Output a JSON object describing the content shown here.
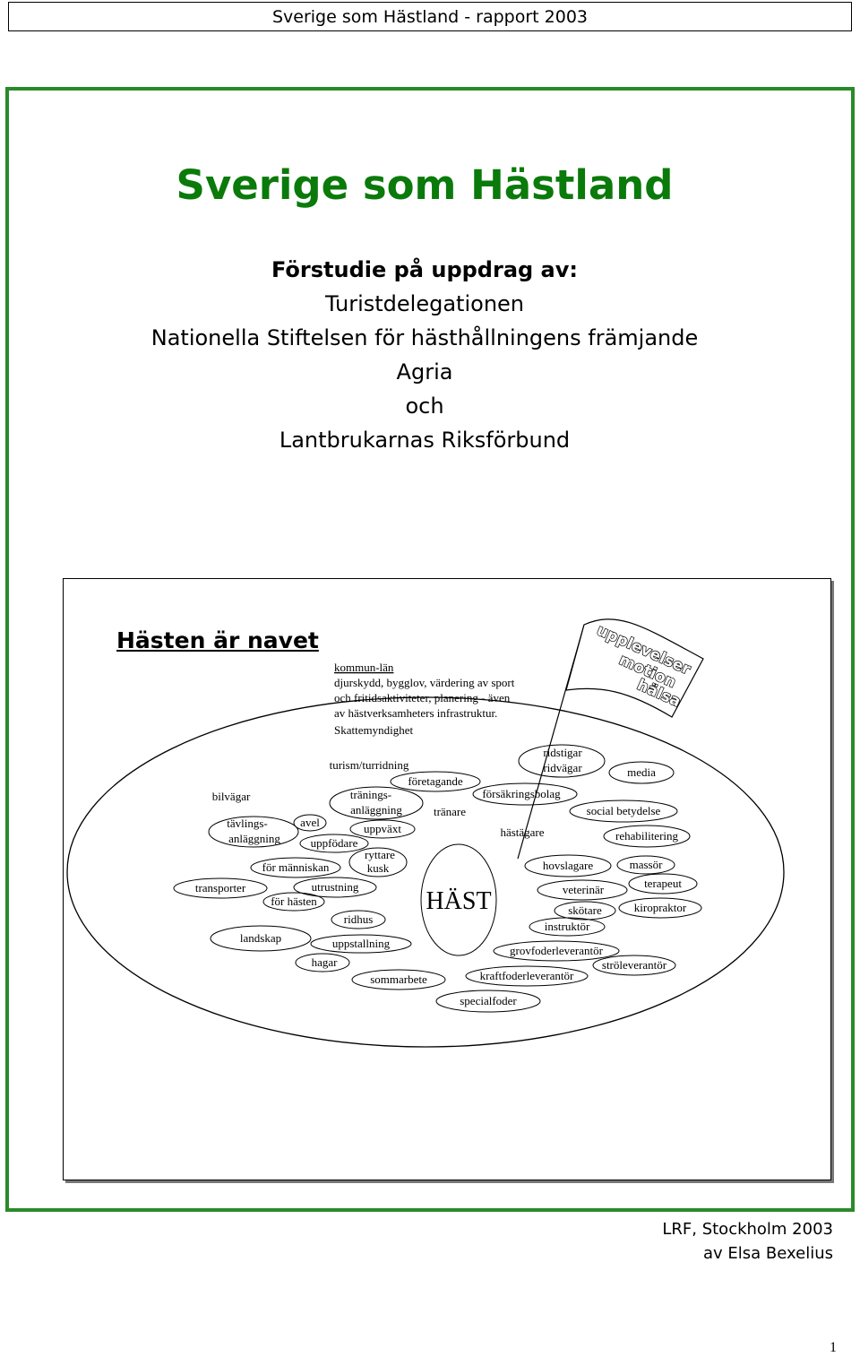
{
  "header": {
    "title": "Sverige som Hästland - rapport 2003"
  },
  "cover": {
    "title": "Sverige som Hästland",
    "commissioned_label": "Förstudie på uppdrag av:",
    "sponsors": [
      "Turistdelegationen",
      "Nationella Stiftelsen för hästhållningens främjande",
      "Agria",
      "och",
      "Lantbrukarnas Riksförbund"
    ]
  },
  "diagram": {
    "heading": "Hästen är navet",
    "authority_lines": [
      "kommun-län",
      "djurskydd, bygglov, värdering av sport",
      "och fritidsaktiviteter, planering - även",
      "av hästverksamheters infrastruktur.",
      "Skattemyndighet"
    ],
    "flag_lines": [
      "upplevelser",
      "motion",
      "hälsa"
    ],
    "center": "HÄST",
    "labels": {
      "ridstigar": "ridstigar",
      "ridvagar": "ridvägar",
      "media": "media",
      "turism": "turism/turridning",
      "foretagande": "företagande",
      "bilvagar": "bilvägar",
      "tranings1": "tränings-",
      "tranings2": "anläggning",
      "forsakring": "försäkringsbolag",
      "tranare": "tränare",
      "social": "social betydelse",
      "tavlings1": "tävlings-",
      "tavlings2": "anläggning",
      "avel": "avel",
      "uppvaxt": "uppväxt",
      "hastagare": "hästägare",
      "rehab": "rehabilitering",
      "uppfodare": "uppfödare",
      "ryttare": "ryttare",
      "kusk": "kusk",
      "manniskan": "för människan",
      "hovslagare": "hovslagare",
      "massor": "massör",
      "transporter": "transporter",
      "utrustning": "utrustning",
      "veterinar": "veterinär",
      "terapeut": "terapeut",
      "hasten": "för hästen",
      "skotare": "skötare",
      "kiropraktor": "kiropraktor",
      "ridhus": "ridhus",
      "instruktor": "instruktör",
      "landskap": "landskap",
      "uppstallning": "uppstallning",
      "grovfoder": "grovfoderleverantör",
      "hagar": "hagar",
      "strolev": "ströleverantör",
      "sommarbete": "sommarbete",
      "kraftfoder": "kraftfoderleverantör",
      "specialfoder": "specialfoder"
    }
  },
  "footer": {
    "line1": "LRF, Stockholm 2003",
    "line2": "av Elsa Bexelius"
  },
  "page_number": "1",
  "colors": {
    "title_green": "#0a7a0a",
    "border_green": "#2a8a2a"
  }
}
